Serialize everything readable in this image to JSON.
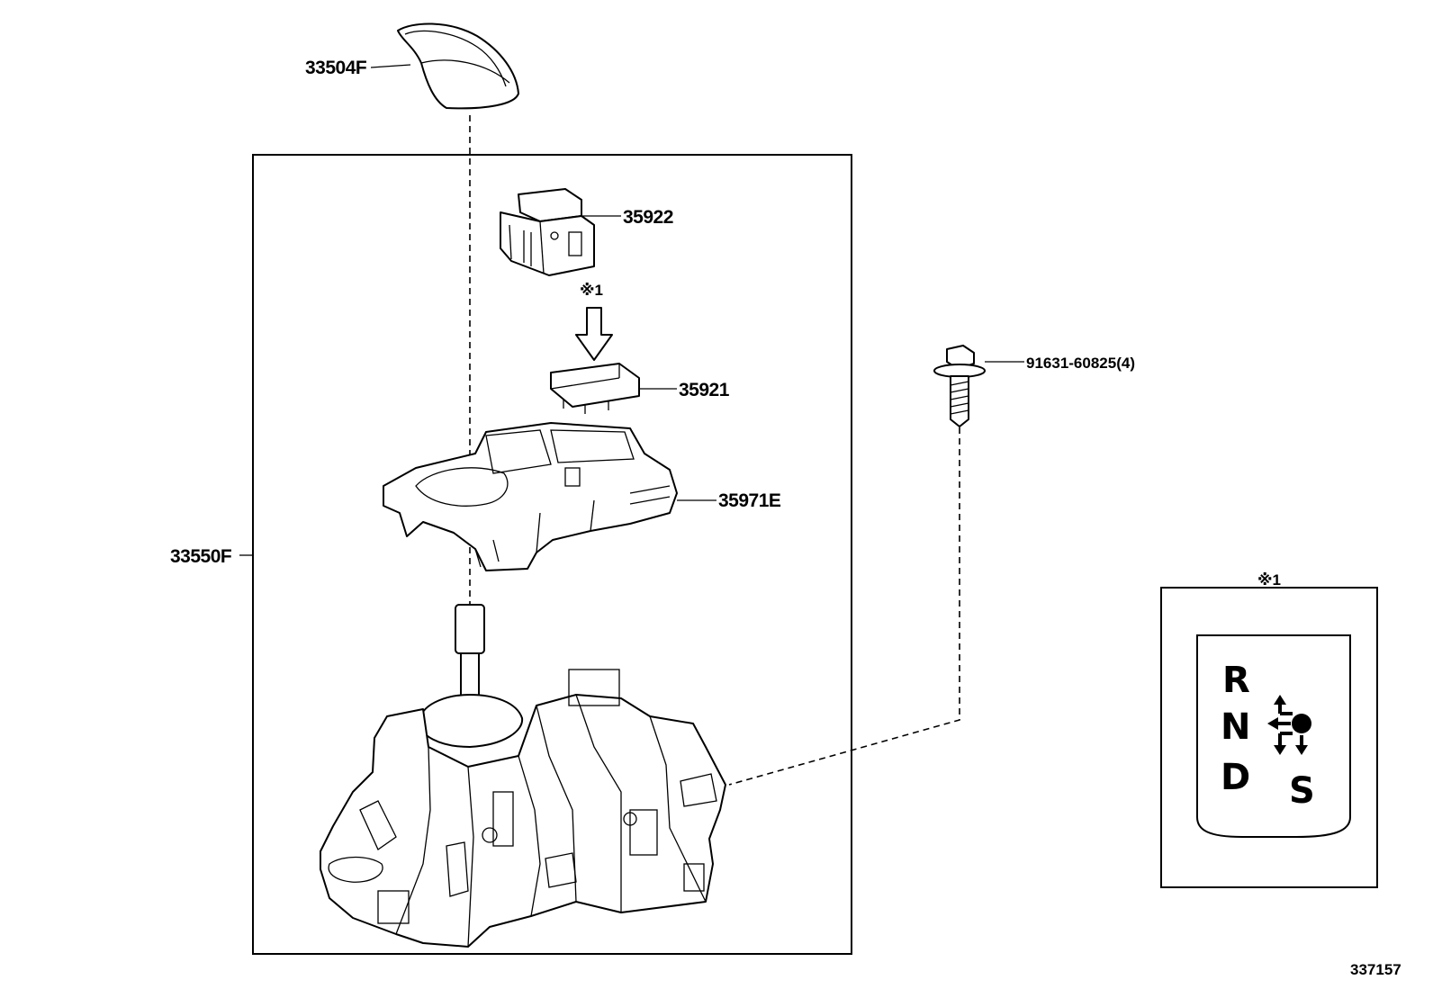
{
  "parts": {
    "knob": "33504F",
    "shift_lever_assy": "33550F",
    "switch": "35922",
    "indicator_plate": "35921",
    "housing": "35971E",
    "bolt": "91631-60825(4)"
  },
  "note_mark": "※1",
  "detail": {
    "mark": "※1",
    "positions": [
      "R",
      "N",
      "D",
      "S"
    ]
  },
  "figure_number": "337157"
}
